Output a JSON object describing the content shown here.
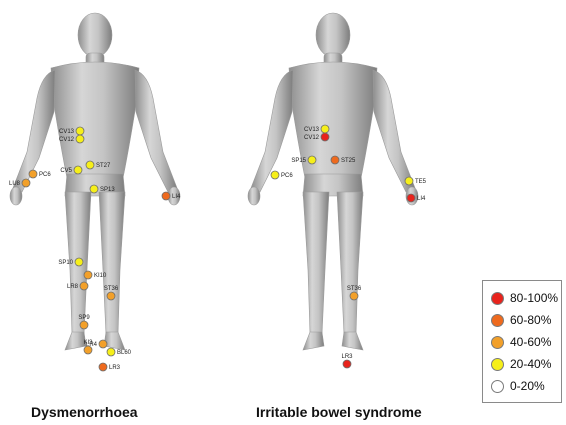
{
  "figures": [
    {
      "title": "Dysmenorrhoea",
      "points": [
        {
          "label": "CV13",
          "category": "20-40%"
        },
        {
          "label": "CV12",
          "category": "20-40%"
        },
        {
          "label": "CV5",
          "category": "20-40%"
        },
        {
          "label": "ST27",
          "category": "20-40%"
        },
        {
          "label": "SP13",
          "category": "20-40%"
        },
        {
          "label": "PC6",
          "category": "40-60%"
        },
        {
          "label": "LU8",
          "category": "40-60%"
        },
        {
          "label": "LI4",
          "category": "60-80%"
        },
        {
          "label": "SP10",
          "category": "20-40%"
        },
        {
          "label": "KI10",
          "category": "40-60%"
        },
        {
          "label": "LR8",
          "category": "40-60%"
        },
        {
          "label": "ST36",
          "category": "40-60%"
        },
        {
          "label": "SP9",
          "category": "40-60%"
        },
        {
          "label": "LR4",
          "category": "40-60%"
        },
        {
          "label": "KI3",
          "category": "40-60%"
        },
        {
          "label": "BL60",
          "category": "20-40%"
        },
        {
          "label": "LR3",
          "category": "60-80%"
        }
      ]
    },
    {
      "title": "Irritable bowel syndrome",
      "points": [
        {
          "label": "CV13",
          "category": "20-40%"
        },
        {
          "label": "CV12",
          "category": "80-100%"
        },
        {
          "label": "SP15",
          "category": "20-40%"
        },
        {
          "label": "ST25",
          "category": "60-80%"
        },
        {
          "label": "PC6",
          "category": "20-40%"
        },
        {
          "label": "TE5",
          "category": "20-40%"
        },
        {
          "label": "LI4",
          "category": "80-100%"
        },
        {
          "label": "ST36",
          "category": "40-60%"
        },
        {
          "label": "LR3",
          "category": "80-100%"
        }
      ]
    }
  ],
  "legend": [
    {
      "label": "80-100%",
      "color": "#e8231c"
    },
    {
      "label": "60-80%",
      "color": "#ee6a1e"
    },
    {
      "label": "40-60%",
      "color": "#f2a02a"
    },
    {
      "label": "20-40%",
      "color": "#f6ef1a"
    },
    {
      "label": "0-20%",
      "color": "#ffffff"
    }
  ]
}
